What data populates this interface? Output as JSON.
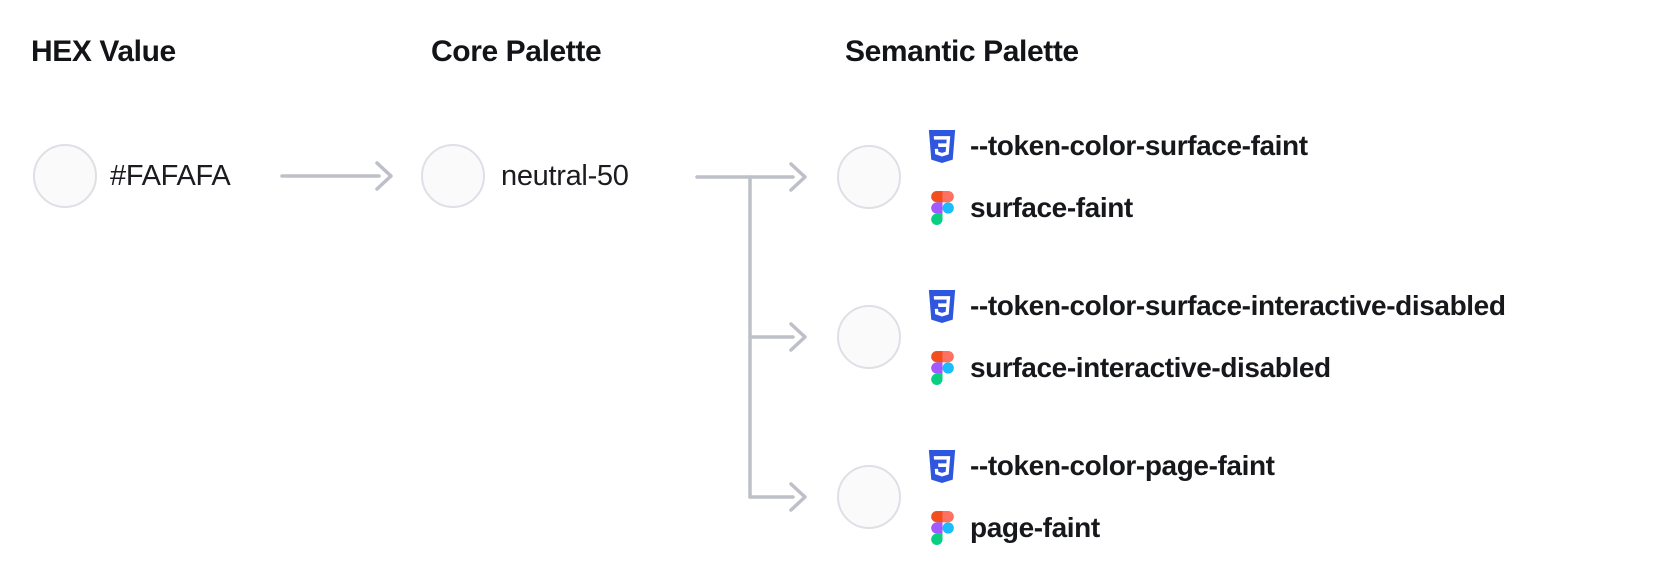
{
  "diagram": {
    "columns": {
      "hex": {
        "header": "HEX Value",
        "value": "#FAFAFA"
      },
      "core": {
        "header": "Core Palette",
        "value": "neutral-50"
      },
      "semantic": {
        "header": "Semantic Palette",
        "tokens": [
          {
            "css_var": "--token-color-surface-faint",
            "figma_name": "surface-faint"
          },
          {
            "css_var": "--token-color-surface-interactive-disabled",
            "figma_name": "surface-interactive-disabled"
          },
          {
            "css_var": "--token-color-page-faint",
            "figma_name": "page-faint"
          }
        ]
      }
    },
    "colors": {
      "swatch_fill": "#FAFAFA",
      "swatch_border": "#DEE0E6",
      "connector": "#BDC0C8",
      "css_icon_blue": "#2F56DF",
      "figma_orange": "#F24E1E",
      "figma_salmon": "#FF7262",
      "figma_purple": "#A259FF",
      "figma_blue": "#1ABCFE",
      "figma_green": "#0ACF83",
      "heading_text": "#131418",
      "token_text": "#17181B"
    }
  }
}
